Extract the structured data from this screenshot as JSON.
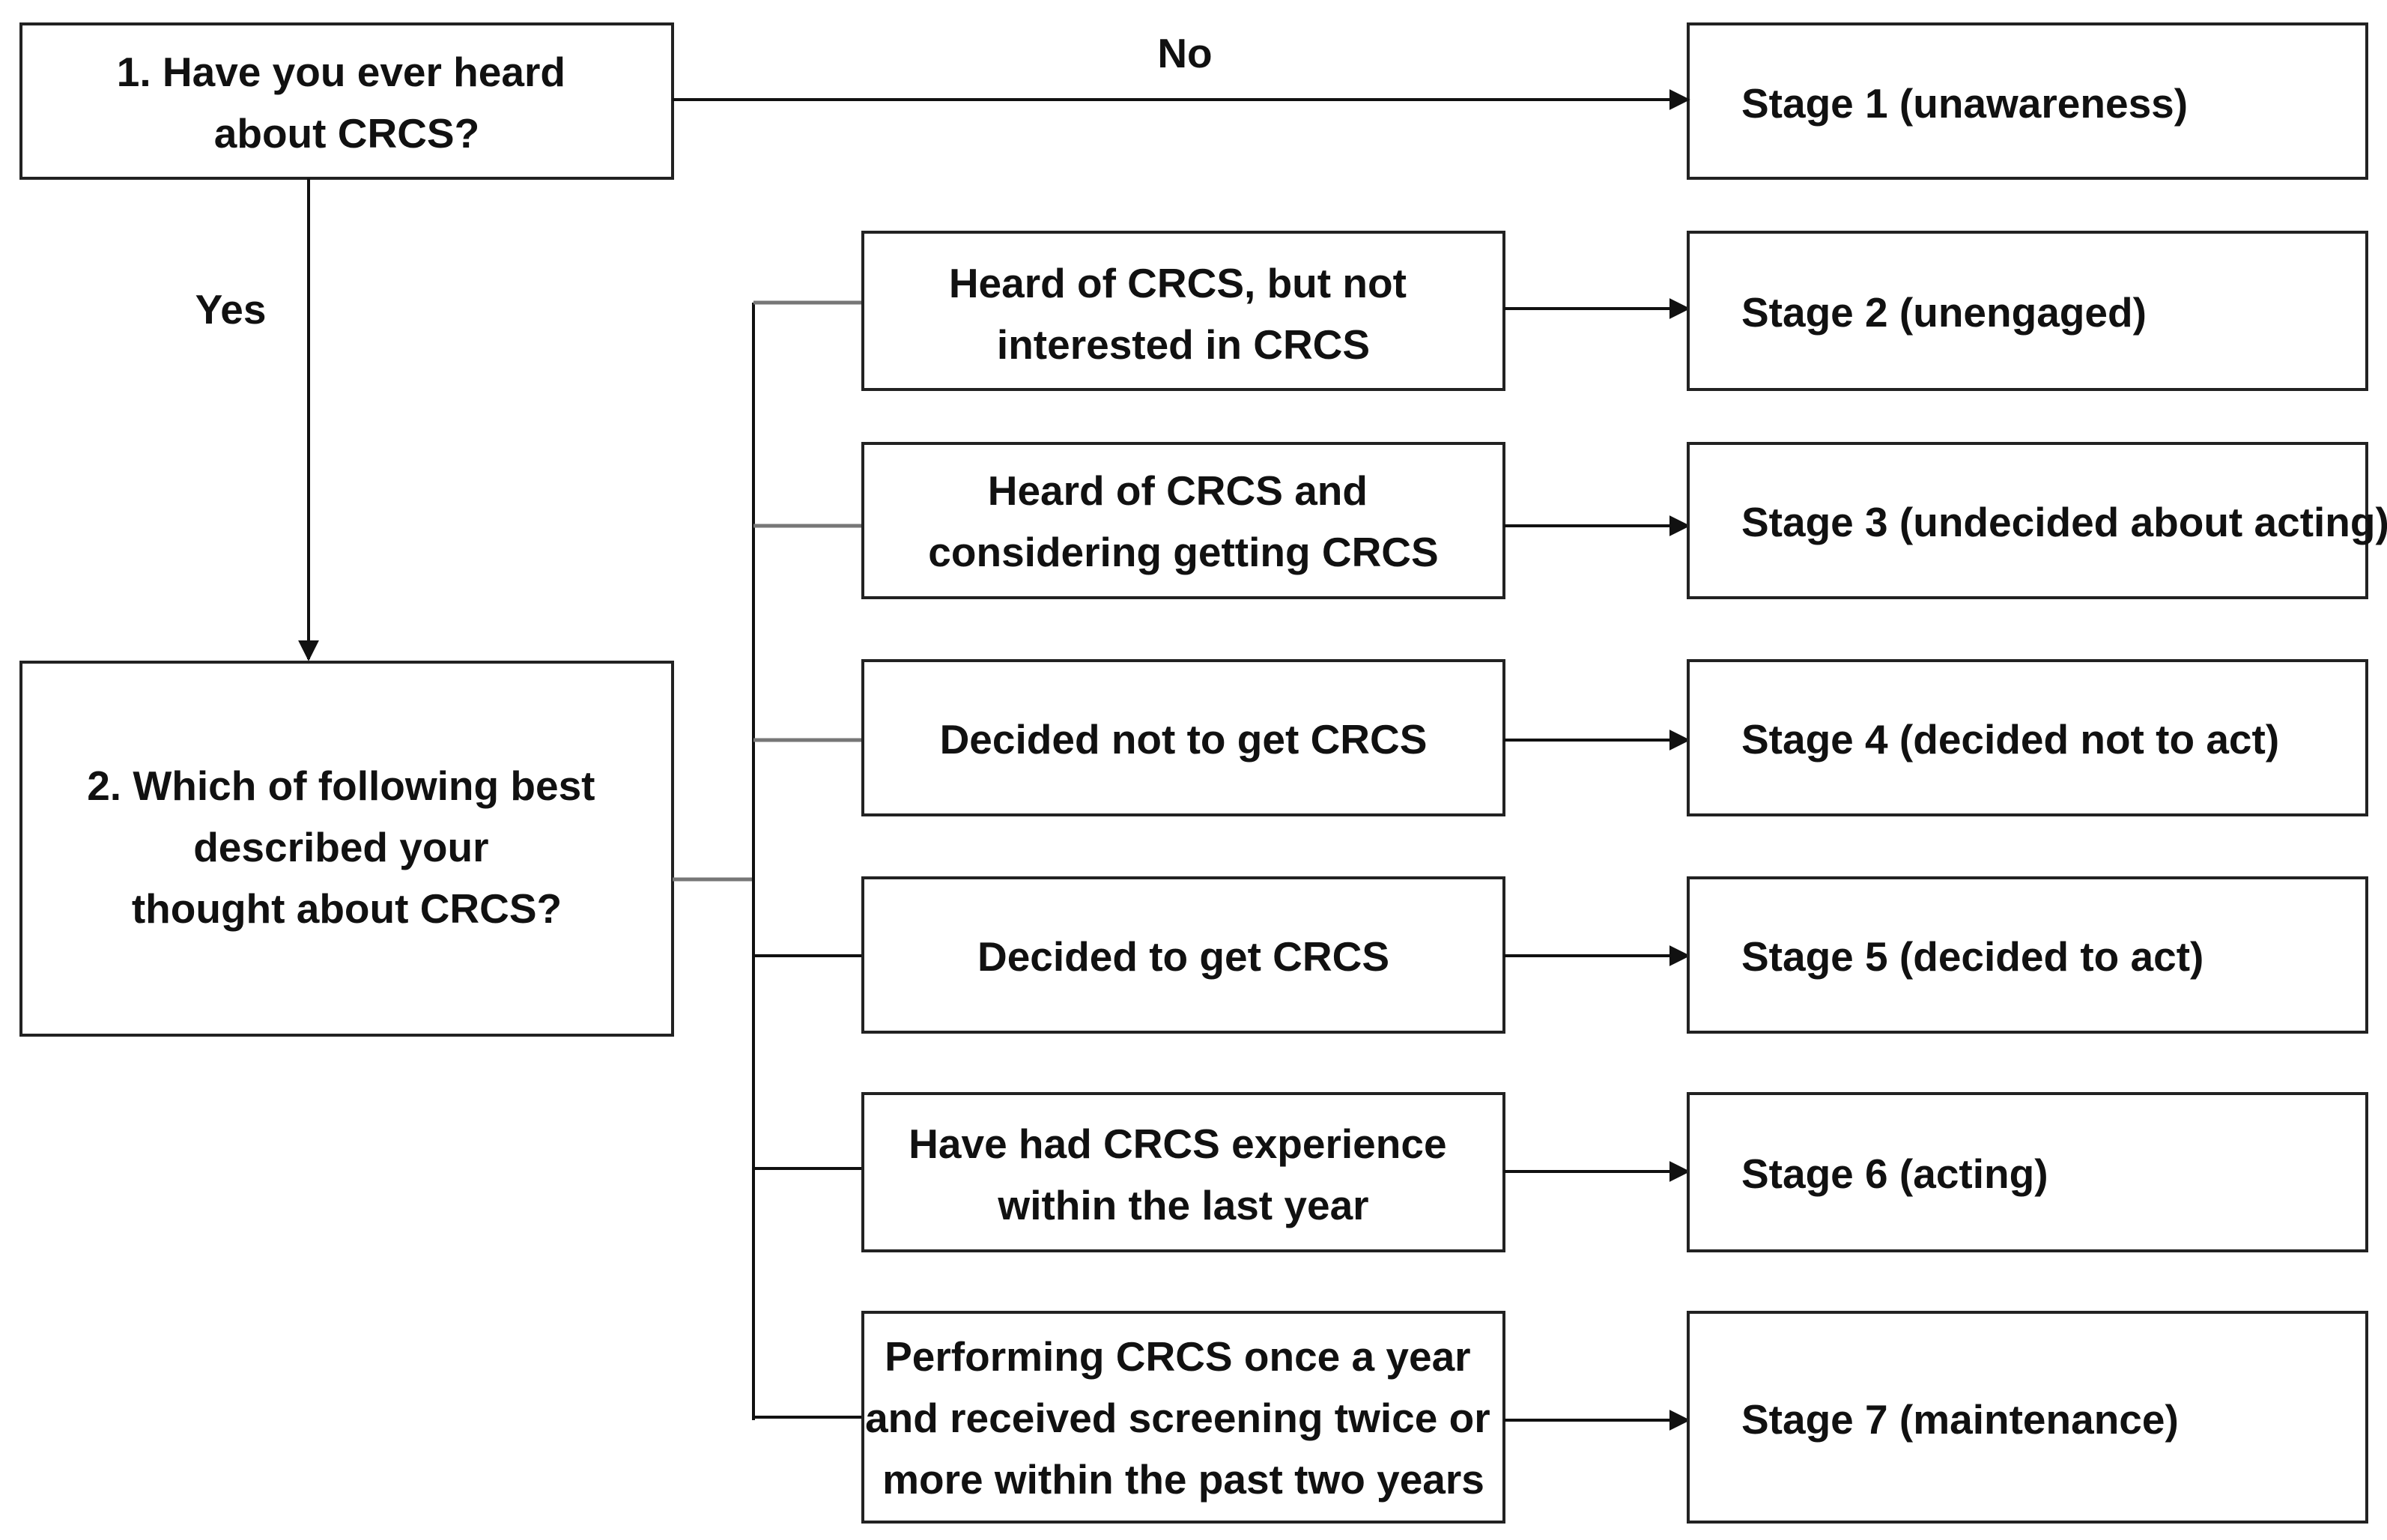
{
  "questions": {
    "q1": [
      "1. Have you ever heard",
      "about CRCS?"
    ],
    "q2": [
      "2. Which of following best",
      "described your",
      "thought about CRCS?"
    ]
  },
  "edges": {
    "no_label": "No",
    "yes_label": "Yes"
  },
  "options": [
    {
      "lines": [
        "Heard of CRCS, but not",
        "interested in CRCS"
      ],
      "stage": "Stage 2 (unengaged)"
    },
    {
      "lines": [
        "Heard of CRCS and",
        "considering getting CRCS"
      ],
      "stage": "Stage 3 (undecided about acting)"
    },
    {
      "lines": [
        "Decided not to get CRCS"
      ],
      "stage": "Stage 4 (decided not to act)"
    },
    {
      "lines": [
        "Decided to get CRCS"
      ],
      "stage": "Stage 5 (decided to act)"
    },
    {
      "lines": [
        "Have had CRCS experience",
        "within the last year"
      ],
      "stage": "Stage 6 (acting)"
    },
    {
      "lines": [
        "Performing CRCS once a year",
        "and received screening twice or",
        "more within the past two years"
      ],
      "stage": "Stage 7 (maintenance)"
    }
  ],
  "stage1": "Stage 1 (unawareness)"
}
